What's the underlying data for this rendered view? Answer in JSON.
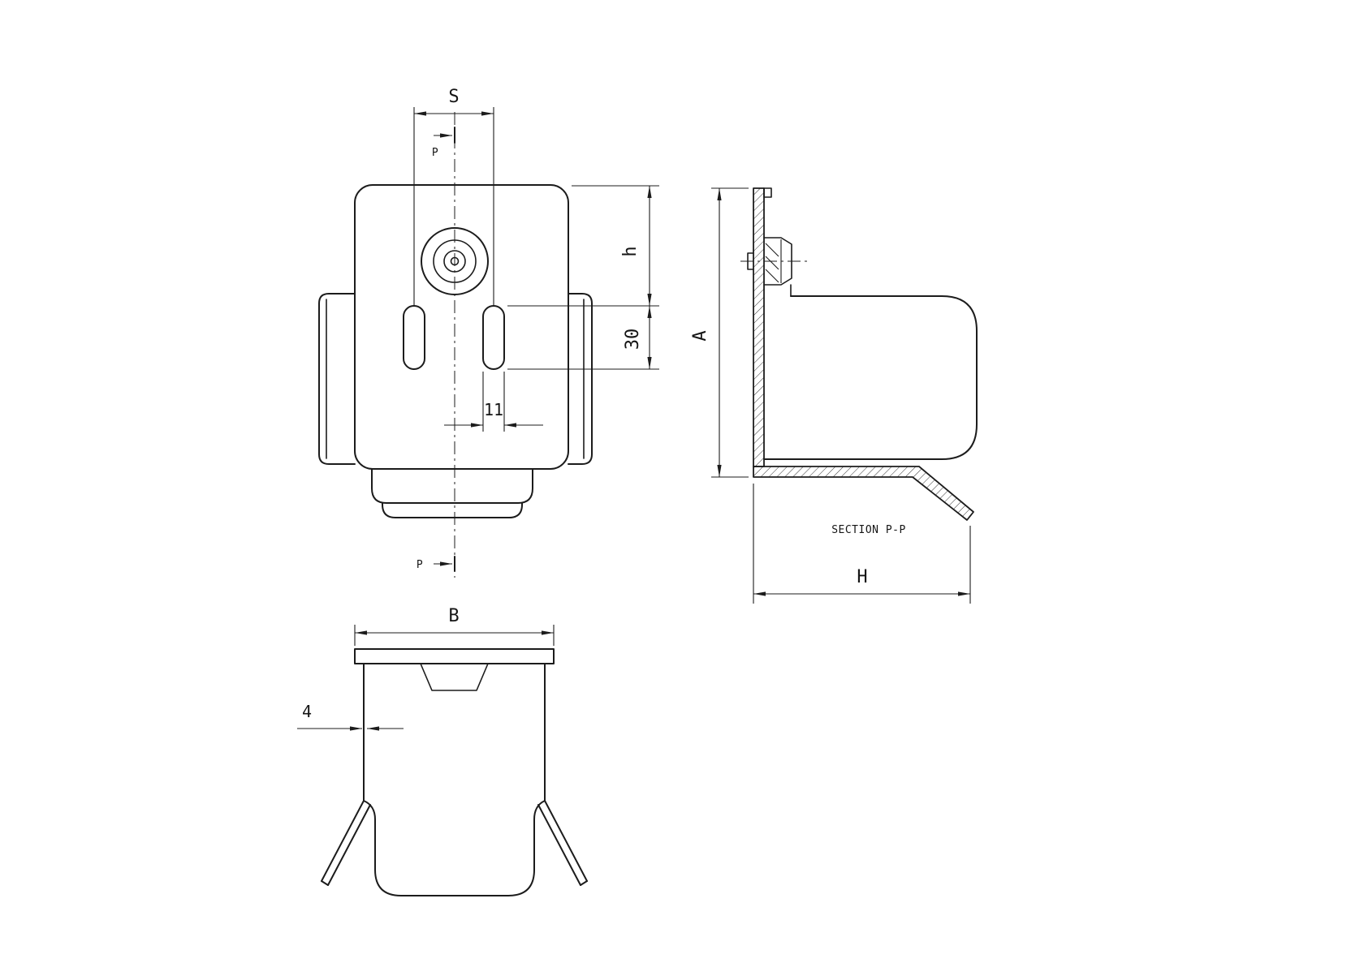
{
  "labels": {
    "dim_s": "S",
    "marker_p_top": "P",
    "marker_p_bottom": "P",
    "dim_h": "h",
    "dim_30": "30",
    "dim_11": "11",
    "dim_a": "A",
    "dim_h_depth": "H",
    "dim_b": "B",
    "dim_4": "4",
    "section_title": "SECTION P-P"
  }
}
